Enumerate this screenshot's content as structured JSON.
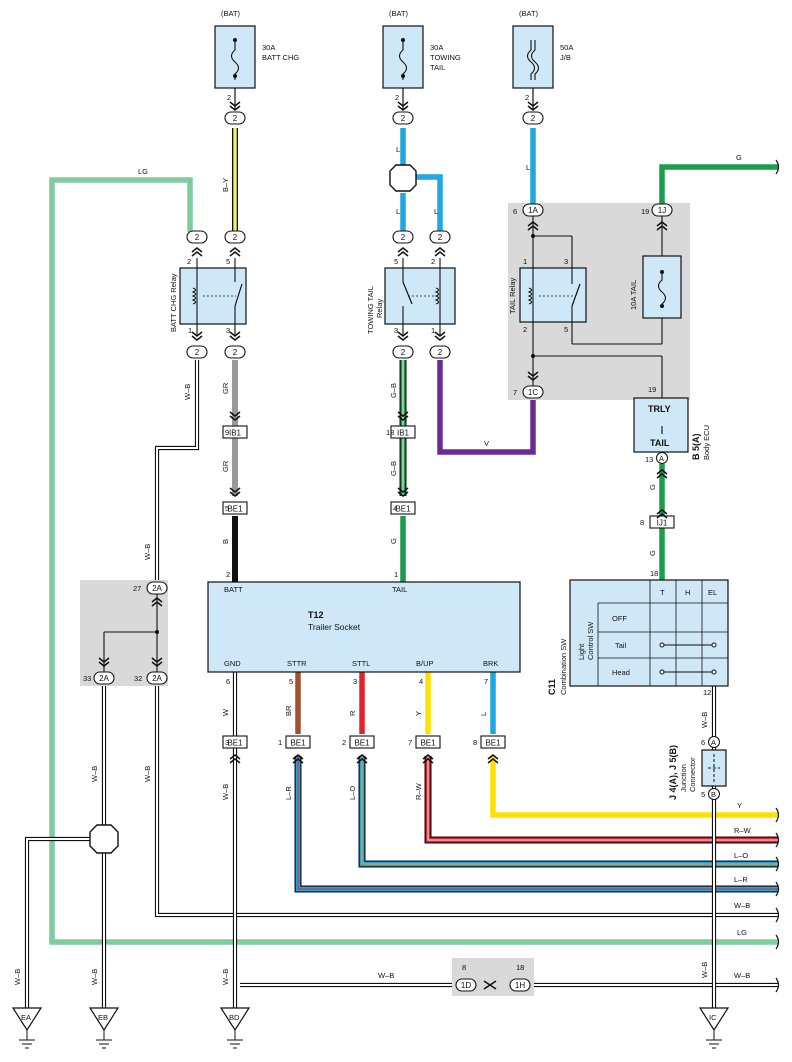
{
  "colors": {
    "L": "#1ea7e1",
    "G": "#1a9e4a",
    "LG": "#7fcc9c",
    "BY": "#f5ee70",
    "GR": "#999999",
    "B": "#111111",
    "V": "#6a2c91",
    "BR": "#a0522d",
    "R": "#e8202a",
    "Y": "#ffe100",
    "W": "#ffffff",
    "box": "#cfe8f7",
    "shade": "#d9d9d9"
  },
  "labels": {
    "bat1": "(BAT)",
    "bat2": "(BAT)",
    "bat3": "(BAT)",
    "fuse1_amp": "30A",
    "fuse1_name": "BATT CHG",
    "fuse2_amp": "30A",
    "fuse2_name1": "TOWING",
    "fuse2_name2": "TAIL",
    "fuse3_amp": "50A",
    "fuse3_name": "J/B",
    "fuse4": "10A TAIL",
    "relay1": "BATT CHG Relay",
    "relay2a": "TOWING TAIL",
    "relay2b": "Relay",
    "relay3": "TAIL Relay",
    "ecu_top": "TRLY",
    "ecu_bottom": "TAIL",
    "ecu_code": "B 5(A)",
    "ecu_name": "Body ECU",
    "socket_code": "T12",
    "socket_name": "Trailer Socket",
    "socket_batt": "BATT",
    "socket_tail": "TAIL",
    "socket_gnd": "GND",
    "socket_sttr": "STTR",
    "socket_sttl": "STTL",
    "socket_bup": "B/UP",
    "socket_brk": "BRK",
    "sw_code": "C11",
    "sw_name1": "Combination SW",
    "sw_name2": "Light",
    "sw_name3": "Control SW",
    "sw_T": "T",
    "sw_H": "H",
    "sw_EL": "EL",
    "sw_off": "OFF",
    "sw_tail": "Tail",
    "sw_head": "Head",
    "jc_code": "J 4(A), J 5(B)",
    "jc_name1": "Junction",
    "jc_name2": "Connector",
    "jc_a": "A",
    "jc_b": "B",
    "ecu_a": "A",
    "g_EA": "EA",
    "g_EB": "EB",
    "g_BD": "BD",
    "g_IC": "IC"
  },
  "wires": {
    "by": "B–Y",
    "l1": "L",
    "l2": "L",
    "l3": "L",
    "l4": "L",
    "g_top": "G",
    "lg": "LG",
    "wb1": "W–B",
    "wb2": "W–B",
    "wb3": "W–B",
    "wb4": "W–B",
    "wb5": "W–B",
    "wb6": "W–B",
    "wb7": "W–B",
    "wb8": "W–B",
    "wb9": "W–B",
    "wb10": "W–B",
    "wb11": "W–B",
    "gr1": "GR",
    "gr2": "GR",
    "b": "B",
    "gb1": "G–B",
    "gb2": "G–B",
    "g_socket": "G",
    "v": "V",
    "g_ecu1": "G",
    "g_ecu2": "G",
    "w": "W",
    "br": "BR",
    "r": "R",
    "y": "Y",
    "l_brk": "L",
    "lr1": "L–R",
    "lo1": "L–O",
    "rw1": "R–W",
    "y_right": "Y",
    "rw_right": "R–W",
    "lo_right": "L–O",
    "lr_right": "L–R",
    "wb_right": "W–B",
    "lg_right": "LG",
    "wb_right2": "W–B"
  },
  "connectors": {
    "c2a": "2",
    "c2b": "2",
    "c2c": "2",
    "c2d": "2",
    "c2e": "2",
    "c2f": "2",
    "c2g": "2",
    "c2h": "2",
    "c2i": "2",
    "c2j": "2",
    "c2k": "2",
    "c1a": "1A",
    "c1j": "1J",
    "c1c": "1C",
    "ib1a": "IB1",
    "ib1b": "IB1",
    "be1a": "BE1",
    "be1b": "BE1",
    "ij1": "IJ1",
    "c2a_27": "2A",
    "c2a_33": "2A",
    "c2a_32": "2A",
    "be1_3": "BE1",
    "be1_1": "BE1",
    "be1_2": "BE1",
    "be1_7": "BE1",
    "be1_8": "BE1",
    "c1d": "1D",
    "c1h": "1H"
  },
  "pins": {
    "p_f1": "2",
    "p_f2": "2",
    "p_f3": "2",
    "p_r1a": "2",
    "p_r1b": "5",
    "p_r1c": "1",
    "p_r1d": "3",
    "p_r2a": "5",
    "p_r2b": "2",
    "p_r2c": "3",
    "p_r2d": "1",
    "p_1a": "6",
    "p_1j": "19",
    "p_tr1": "1",
    "p_tr3": "3",
    "p_tr2": "2",
    "p_tr5": "5",
    "p_1c": "7",
    "p_19": "19",
    "p_ib1a": "9",
    "p_ib1b": "18",
    "p_be1a": "5",
    "p_be1b": "4",
    "p_ecu": "13",
    "p_ij1": "8",
    "p_sw18": "18",
    "p_sw12": "12",
    "p_batt": "2",
    "p_tail": "1",
    "p_27": "27",
    "p_33": "33",
    "p_32": "32",
    "p_gnd": "6",
    "p_sttr": "5",
    "p_sttl": "3",
    "p_bup": "4",
    "p_brk": "7",
    "p_be3": "3",
    "p_be1": "1",
    "p_be2": "2",
    "p_be7": "7",
    "p_be8": "8",
    "p_jc6": "6",
    "p_jc5": "5",
    "p_1d": "8",
    "p_1h": "18"
  }
}
